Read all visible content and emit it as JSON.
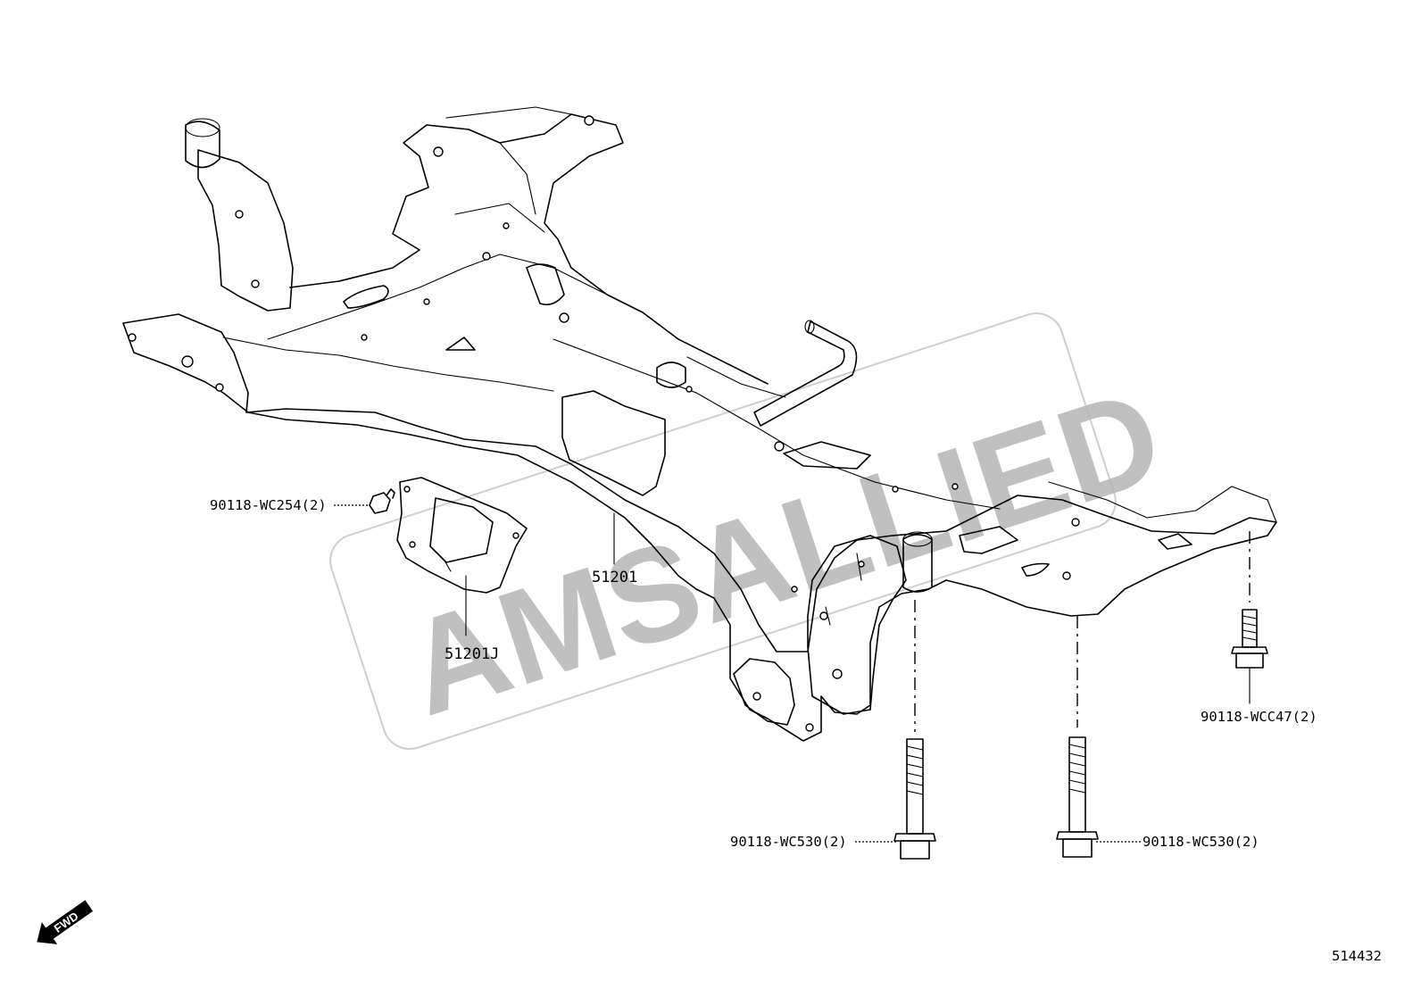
{
  "watermark": {
    "text": "AMSALLIED"
  },
  "figure_number": "514432",
  "fwd_label": "FWD",
  "callouts": [
    {
      "id": "clip",
      "text": "90118-WC254(2)"
    },
    {
      "id": "crossmember",
      "text": "51201"
    },
    {
      "id": "plate",
      "text": "51201J"
    },
    {
      "id": "bolt-rear-right",
      "text": "90118-WCC47(2)"
    },
    {
      "id": "bolt-front-left",
      "text": "90118-WC530(2)"
    },
    {
      "id": "bolt-front-right",
      "text": "90118-WC530(2)"
    }
  ]
}
